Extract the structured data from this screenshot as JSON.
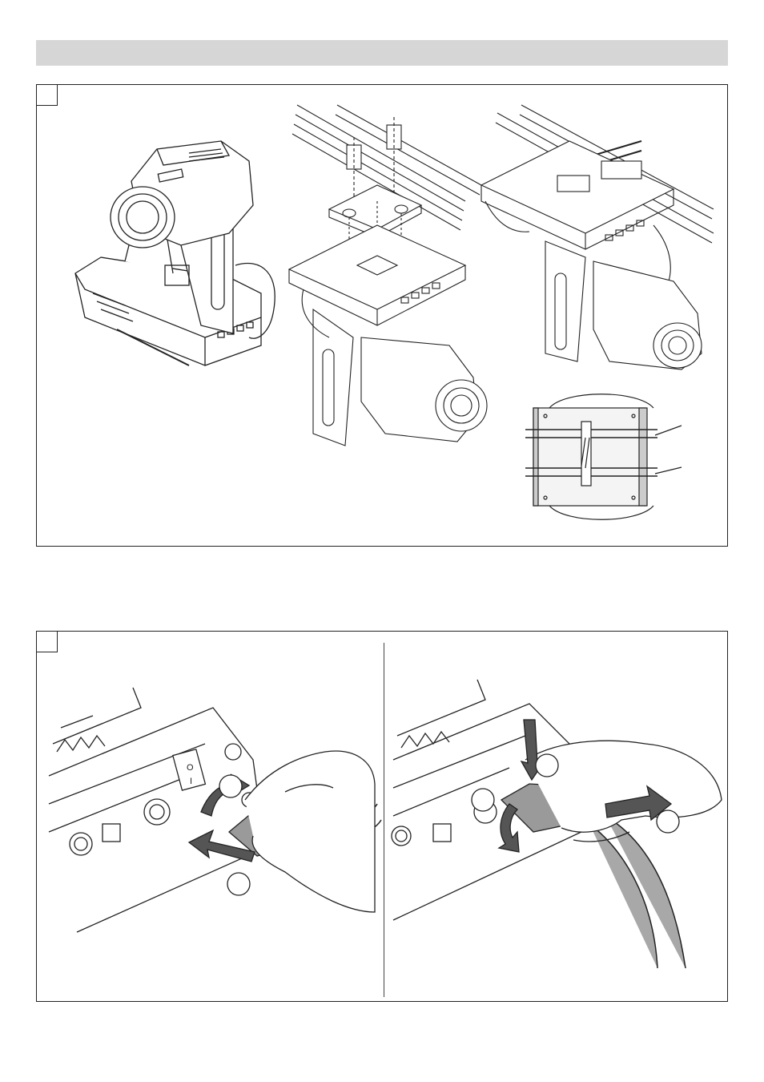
{
  "page": {
    "header_bar": {
      "color": "#d6d6d6"
    }
  },
  "figure_1": {
    "illustrations": [
      {
        "name": "moving-head-fixture-standing",
        "icon": "fixture-standing"
      },
      {
        "name": "ceiling-mount-brackets-exploded",
        "icon": "brackets-exploded"
      },
      {
        "name": "fixture-hung-on-truss",
        "icon": "truss-mounted"
      },
      {
        "name": "base-plate-top-view",
        "icon": "base-top-view"
      }
    ]
  },
  "figure_2": {
    "panels": [
      {
        "name": "power-connector-insert",
        "icon": "connector-insert-hand",
        "callouts": 2
      },
      {
        "name": "power-connector-release",
        "icon": "connector-release-hand",
        "callouts": 3
      }
    ]
  },
  "colors": {
    "line": "#222222",
    "plug_gray": "#9a9a9a",
    "cable_gray": "#a8a8a8",
    "arrow_gray": "#555555"
  }
}
